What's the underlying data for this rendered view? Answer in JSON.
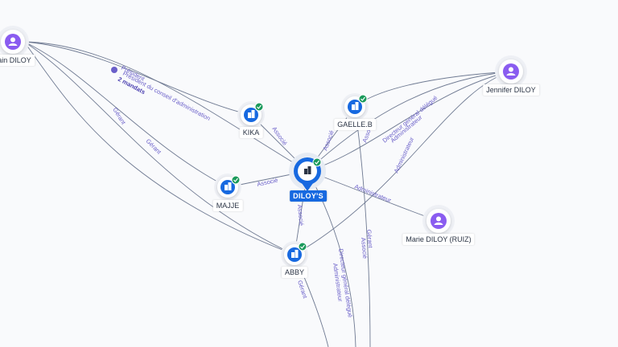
{
  "nodes": {
    "alain": {
      "label": "ain DILOY",
      "type": "person"
    },
    "jennifer": {
      "label": "Jennifer DILOY",
      "type": "person"
    },
    "marie": {
      "label": "Marie DILOY (RUIZ)",
      "type": "person"
    },
    "kika": {
      "label": "KIKA",
      "type": "company"
    },
    "gaelle": {
      "label": "GAELLE.B",
      "type": "company"
    },
    "majje": {
      "label": "MAJJE",
      "type": "company"
    },
    "abby": {
      "label": "ABBY",
      "type": "company"
    },
    "diloys": {
      "label": "DILOY'S",
      "type": "company-main"
    }
  },
  "edge_labels": {
    "alain_president": "Président",
    "alain_pres_ca": "Président du conseil d'administration",
    "alain_mandats": "2 mandats",
    "alain_gerant_1": "Gérant",
    "alain_gerant_2": "Gérant",
    "kika_associe": "Associé",
    "majje_associe": "Associé",
    "gaelle_associe_1": "Associé",
    "gaelle_associe_2": "Associé",
    "jen_dg": "Directeur général délégué",
    "jen_admin": "Administrateur",
    "jen_admin_2": "Administrateur",
    "marie_admin": "Administrateur",
    "abby_associe": "Associé",
    "abby_gerant": "Gérant",
    "bottom_dg": "Directeur général délégué",
    "bottom_admin": "Administrateur",
    "bottom_gerant": "Gérant",
    "bottom_associe": "Associé"
  },
  "colors": {
    "person": "#8a5cf0",
    "company": "#1769e0",
    "check": "#1a9a5b",
    "edge": "#6f7a92"
  },
  "icons": {
    "person": "person-icon",
    "company": "building-icon",
    "check": "check-icon"
  }
}
